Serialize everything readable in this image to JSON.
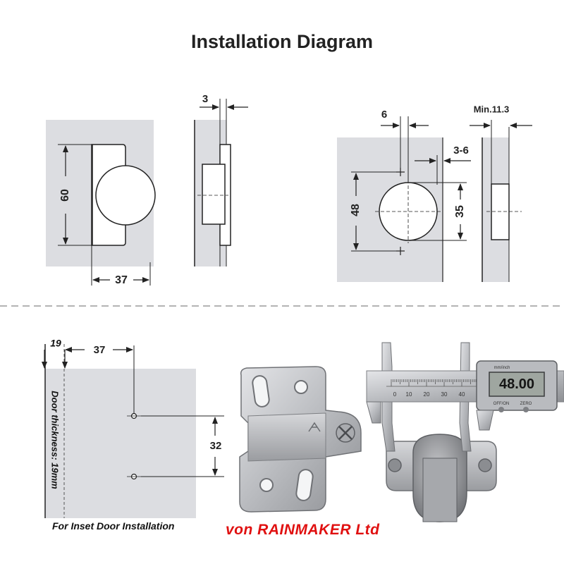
{
  "title": "Installation Diagram",
  "top_left": {
    "dim_height": "60",
    "dim_width": "37",
    "dim_thickness": "3"
  },
  "top_right": {
    "dim_offset": "6",
    "dim_edge": "3-6",
    "dim_min": "Min.11.3",
    "dim_height": "48",
    "dim_cup": "35"
  },
  "bottom_left": {
    "dim_door": "19",
    "dim_offset": "37",
    "dim_spacing": "32",
    "door_thickness_label": "Door thickness: 19mm",
    "caption": "For Inset Door Installation"
  },
  "photos": {
    "caliper_scale": [
      "0",
      "10",
      "20",
      "30",
      "40"
    ],
    "caliper_readout": "48.00",
    "caliper_brand": "mm/inch",
    "caliper_buttons": [
      "OFF/ON",
      "ZERO"
    ]
  },
  "credit": "von RAINMAKER Ltd",
  "colors": {
    "panel": "#dcdde1",
    "line": "#2a2a2a",
    "credit": "#e01010",
    "metal": "#c9cacd"
  }
}
